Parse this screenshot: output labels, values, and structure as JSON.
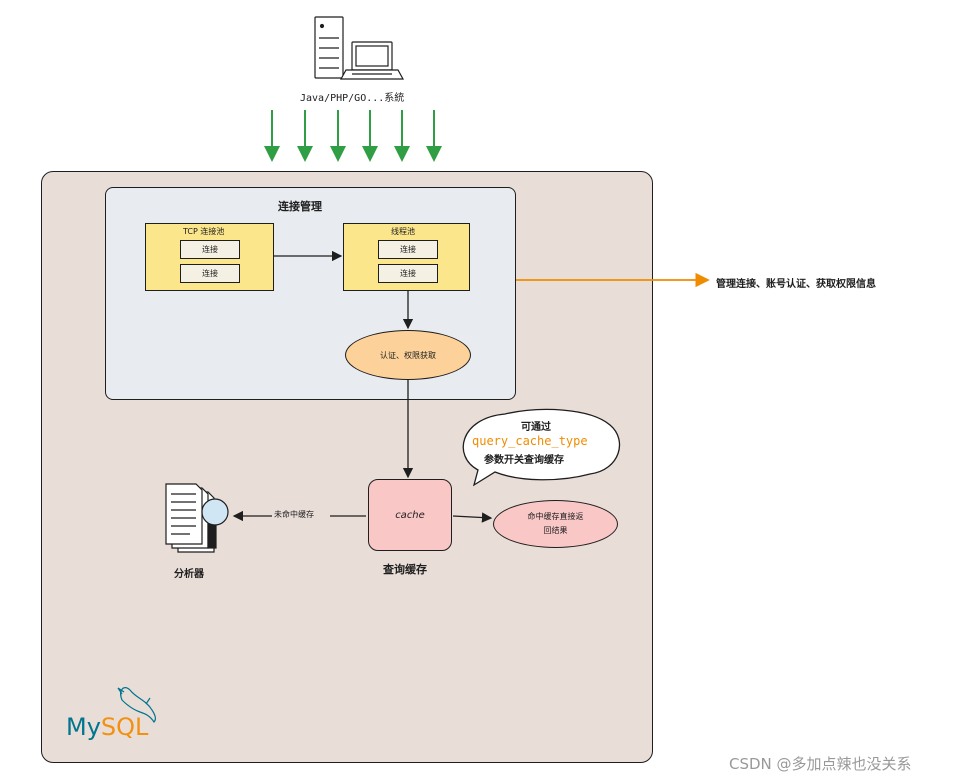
{
  "client": {
    "label": "Java/PHP/GO...系統"
  },
  "connection_management": {
    "title": "连接管理",
    "tcp_pool": {
      "label": "TCP 连接池",
      "items": [
        "连接",
        "连接"
      ]
    },
    "thread_pool": {
      "label": "线程池",
      "items": [
        "连接",
        "连接"
      ]
    },
    "auth": {
      "label": "认证、权限获取"
    },
    "side_note": "管理连接、账号认证、获取权限信息"
  },
  "query_cache": {
    "box_label": "cache",
    "caption": "查询缓存",
    "bubble": {
      "line1": "可通过",
      "param": "query_cache_type",
      "line3": "参数开关查询缓存"
    },
    "hit": {
      "line1": "命中缓存直接返",
      "line2": "回结果"
    },
    "miss_label": "未命中缓存"
  },
  "analyzer": {
    "label": "分析器"
  },
  "mysql_logo": {
    "my": "My",
    "sql": "SQL"
  },
  "watermark": "CSDN @多加点辣也没关系",
  "colors": {
    "green_arrow": "#2f9e44",
    "orange_line": "#f08c00",
    "pool_fill": "#fbe68c",
    "auth_fill": "#fcd29a",
    "cache_fill": "#fac7c7",
    "logo_blue": "#00758f",
    "logo_orange": "#f29111"
  },
  "icons": [
    "server-tower-icon",
    "laptop-icon",
    "document-magnifier-icon",
    "dolphin-icon"
  ]
}
